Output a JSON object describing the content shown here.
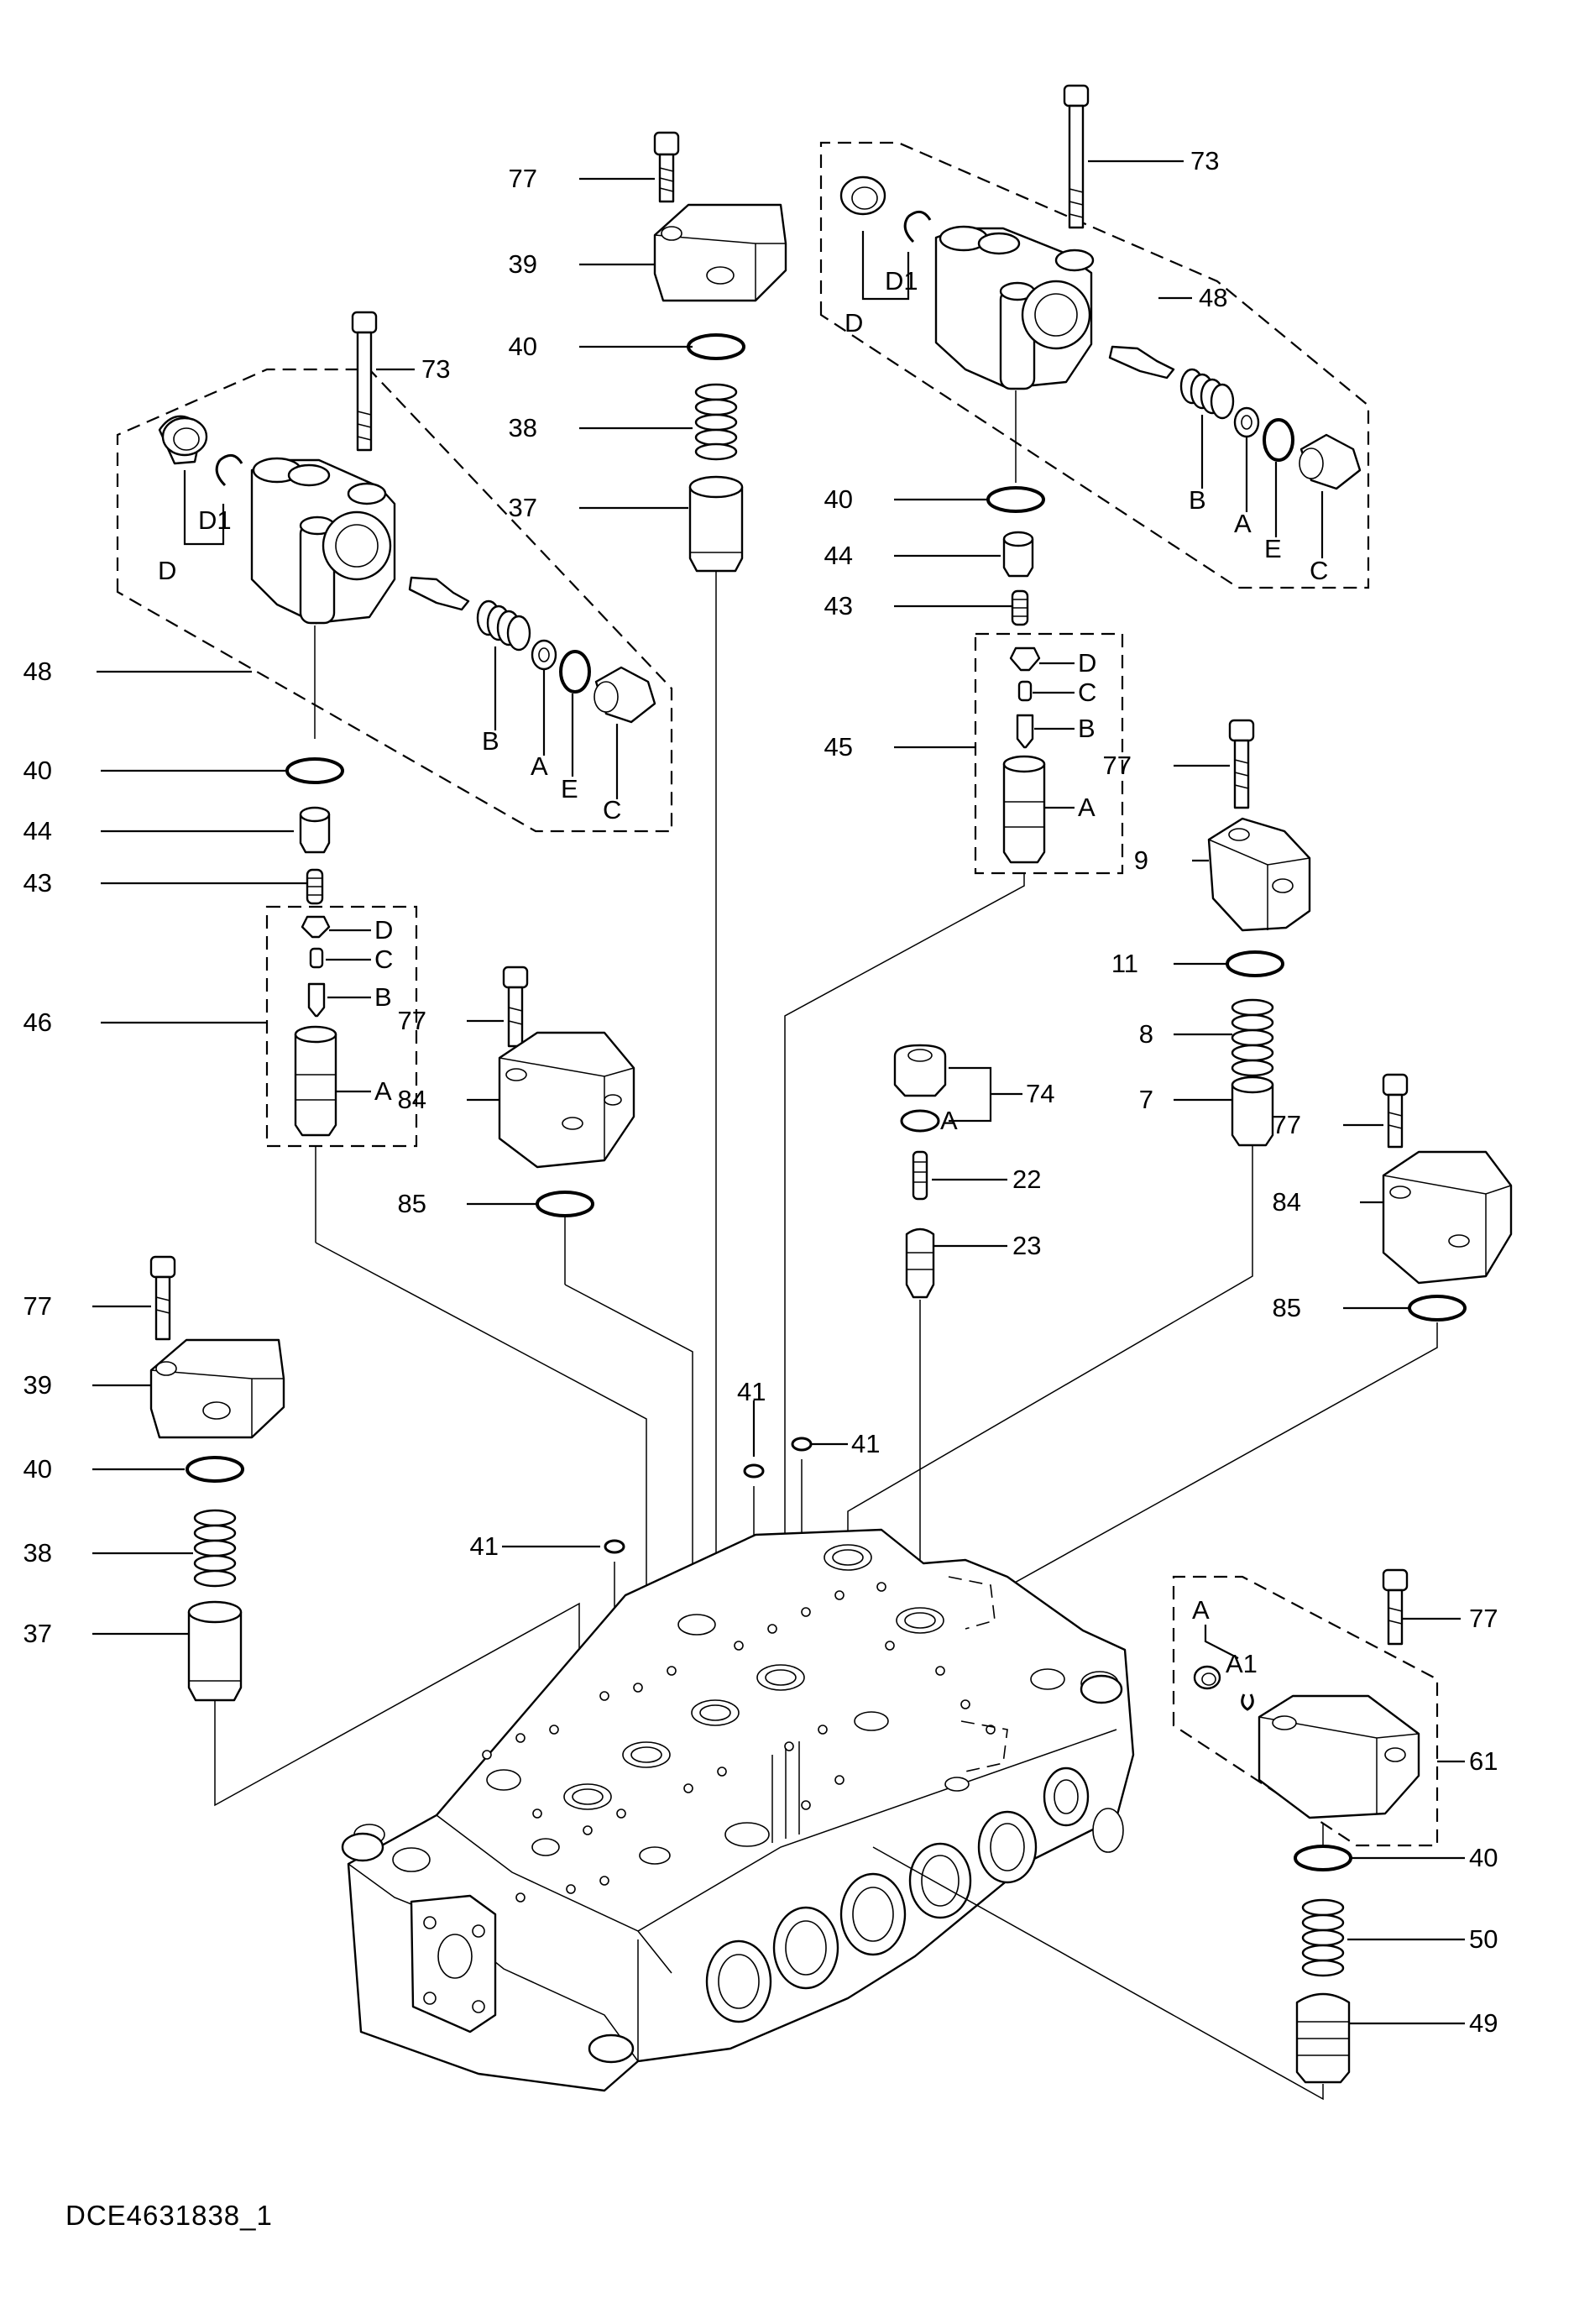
{
  "diagram": {
    "reference_code": "DCE4631838_1",
    "callouts": [
      {
        "id": "c77_top",
        "label": "77"
      },
      {
        "id": "c39_top",
        "label": "39"
      },
      {
        "id": "c40_top",
        "label": "40"
      },
      {
        "id": "c38_top",
        "label": "38"
      },
      {
        "id": "c37_top",
        "label": "37"
      },
      {
        "id": "c73_l",
        "label": "73"
      },
      {
        "id": "cD1_l",
        "label": "D1"
      },
      {
        "id": "cD_l",
        "label": "D"
      },
      {
        "id": "cB_l",
        "label": "B"
      },
      {
        "id": "cA_l",
        "label": "A"
      },
      {
        "id": "cE_l",
        "label": "E"
      },
      {
        "id": "cC_l",
        "label": "C"
      },
      {
        "id": "c48_l",
        "label": "48"
      },
      {
        "id": "c40_l",
        "label": "40"
      },
      {
        "id": "c44_l",
        "label": "44"
      },
      {
        "id": "c43_l",
        "label": "43"
      },
      {
        "id": "c46_D",
        "label": "D"
      },
      {
        "id": "c46_C",
        "label": "C"
      },
      {
        "id": "c46_B",
        "label": "B"
      },
      {
        "id": "c46_A",
        "label": "A"
      },
      {
        "id": "c46",
        "label": "46"
      },
      {
        "id": "c77_m",
        "label": "77"
      },
      {
        "id": "c84_m",
        "label": "84"
      },
      {
        "id": "c85_m",
        "label": "85"
      },
      {
        "id": "c77_bl",
        "label": "77"
      },
      {
        "id": "c39_bl",
        "label": "39"
      },
      {
        "id": "c40_bl",
        "label": "40"
      },
      {
        "id": "c38_bl",
        "label": "38"
      },
      {
        "id": "c37_bl",
        "label": "37"
      },
      {
        "id": "c73_r",
        "label": "73"
      },
      {
        "id": "c48_r",
        "label": "48"
      },
      {
        "id": "cD1_r",
        "label": "D1"
      },
      {
        "id": "cD_r",
        "label": "D"
      },
      {
        "id": "cB_r",
        "label": "B"
      },
      {
        "id": "cA_r",
        "label": "A"
      },
      {
        "id": "cE_r",
        "label": "E"
      },
      {
        "id": "cC_r",
        "label": "C"
      },
      {
        "id": "c40_r",
        "label": "40"
      },
      {
        "id": "c44_r",
        "label": "44"
      },
      {
        "id": "c43_r",
        "label": "43"
      },
      {
        "id": "c45_D",
        "label": "D"
      },
      {
        "id": "c45_C",
        "label": "C"
      },
      {
        "id": "c45_B",
        "label": "B"
      },
      {
        "id": "c45_A",
        "label": "A"
      },
      {
        "id": "c45",
        "label": "45"
      },
      {
        "id": "c77_r2",
        "label": "77"
      },
      {
        "id": "c9",
        "label": "9"
      },
      {
        "id": "c11",
        "label": "11"
      },
      {
        "id": "c8",
        "label": "8"
      },
      {
        "id": "c7",
        "label": "7"
      },
      {
        "id": "c74",
        "label": "74"
      },
      {
        "id": "c74_A",
        "label": "A"
      },
      {
        "id": "c22",
        "label": "22"
      },
      {
        "id": "c23",
        "label": "23"
      },
      {
        "id": "c77_r3",
        "label": "77"
      },
      {
        "id": "c84_r",
        "label": "84"
      },
      {
        "id": "c85_r",
        "label": "85"
      },
      {
        "id": "c41_a",
        "label": "41"
      },
      {
        "id": "c41_b",
        "label": "41"
      },
      {
        "id": "c41_c",
        "label": "41"
      },
      {
        "id": "c61_A",
        "label": "A"
      },
      {
        "id": "c61_A1",
        "label": "A1"
      },
      {
        "id": "c77_br",
        "label": "77"
      },
      {
        "id": "c61",
        "label": "61"
      },
      {
        "id": "c40_br",
        "label": "40"
      },
      {
        "id": "c50",
        "label": "50"
      },
      {
        "id": "c49",
        "label": "49"
      }
    ]
  }
}
